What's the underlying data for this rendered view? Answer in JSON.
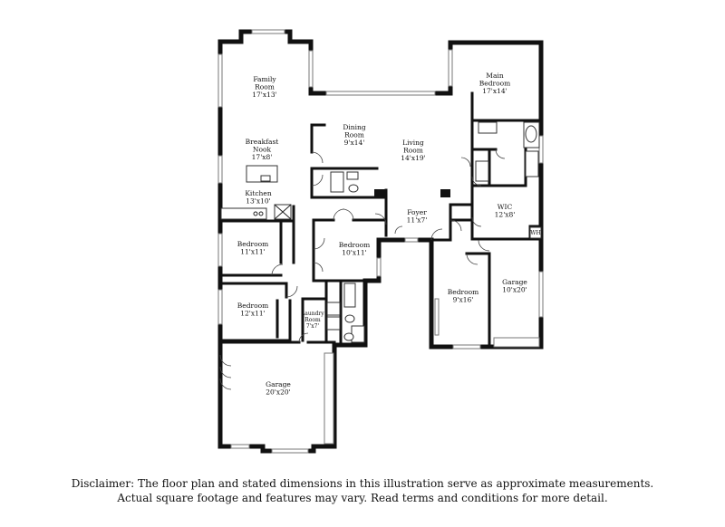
{
  "rooms": {
    "family_room": {
      "name": "Family\nRoom",
      "dims": "17'x13'"
    },
    "main_bedroom": {
      "name": "Main\nBedroom",
      "dims": "17'x14'"
    },
    "dining_room": {
      "name": "Dining\nRoom",
      "dims": "9'x14'"
    },
    "living_room": {
      "name": "Living\nRoom",
      "dims": "14'x19'"
    },
    "breakfast_nook": {
      "name": "Breakfast\nNook",
      "dims": "17'x8'"
    },
    "kitchen": {
      "name": "Kitchen",
      "dims": "13'x10'"
    },
    "wic": {
      "name": "WIC",
      "dims": "12'x8'"
    },
    "foyer": {
      "name": "Foyer",
      "dims": "11'x7'"
    },
    "wh": {
      "name": "WH",
      "dims": ""
    },
    "bedroom_left_upper": {
      "name": "Bedroom",
      "dims": "11'x11'"
    },
    "bedroom_center": {
      "name": "Bedroom",
      "dims": "10'x11'"
    },
    "bedroom_right": {
      "name": "Bedroom",
      "dims": "9'x16'"
    },
    "garage_right": {
      "name": "Garage",
      "dims": "10'x20'"
    },
    "bedroom_left_lower": {
      "name": "Bedroom",
      "dims": "12'x11'"
    },
    "laundry_room": {
      "name": "Laundry\nRoom",
      "dims": "7'x7'"
    },
    "garage_main": {
      "name": "Garage",
      "dims": "20'x20'"
    }
  },
  "disclaimer": {
    "line1": "Disclaimer: The floor plan and stated dimensions in this illustration serve as approximate measurements.",
    "line2": "Actual square footage and features may vary. Read terms and conditions for more detail."
  }
}
